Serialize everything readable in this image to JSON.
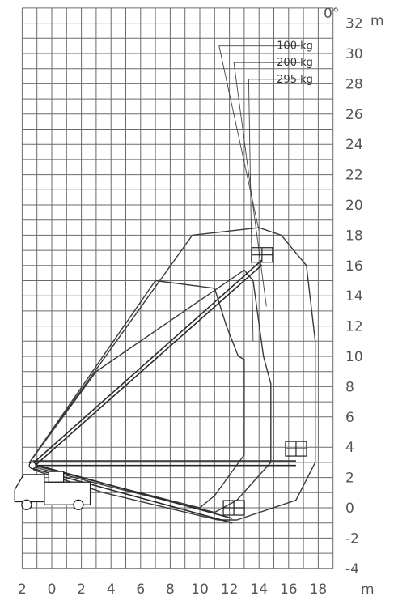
{
  "axes": {
    "x_ticks": [
      "2",
      "0",
      "2",
      "4",
      "6",
      "8",
      "10",
      "12",
      "14",
      "16",
      "18"
    ],
    "x_unit": "m",
    "y_ticks": [
      "-4",
      "-2",
      "0",
      "2",
      "4",
      "6",
      "8",
      "10",
      "12",
      "14",
      "16",
      "18",
      "20",
      "22",
      "24",
      "26",
      "28",
      "30",
      "32"
    ],
    "y_unit": "m",
    "angle_label": "0°"
  },
  "load_labels": [
    "100 kg",
    "200 kg",
    "295 kg"
  ],
  "diagram_data": {
    "type": "working-range-diagram",
    "x_range_m": [
      -2,
      19
    ],
    "y_range_m": [
      -4,
      33
    ],
    "grid": true,
    "grid_step_m": 1,
    "envelopes": [
      {
        "load": "100 kg",
        "outline_m": [
          [
            -1.5,
            3
          ],
          [
            9.5,
            18
          ],
          [
            14,
            18.5
          ],
          [
            15.5,
            18
          ],
          [
            17.2,
            16
          ],
          [
            17.8,
            11
          ],
          [
            17.8,
            3
          ],
          [
            16.5,
            0.5
          ],
          [
            12.5,
            -0.8
          ],
          [
            11.2,
            -0.8
          ],
          [
            3.5,
            1
          ],
          [
            -1.2,
            2.5
          ]
        ]
      },
      {
        "load": "200 kg",
        "outline_m": [
          [
            -1.5,
            3
          ],
          [
            3,
            9
          ],
          [
            13,
            15.7
          ],
          [
            13.6,
            15
          ],
          [
            14.3,
            10
          ],
          [
            14.8,
            8.2
          ],
          [
            14.8,
            3
          ],
          [
            12.5,
            0.5
          ],
          [
            11,
            -0.3
          ],
          [
            3.5,
            1.5
          ],
          [
            -1.2,
            2.7
          ]
        ]
      },
      {
        "load": "295 kg",
        "outline_m": [
          [
            -1.5,
            3
          ],
          [
            7,
            15
          ],
          [
            11,
            14.5
          ],
          [
            11.8,
            12
          ],
          [
            12.6,
            10
          ],
          [
            13,
            9.8
          ],
          [
            13,
            3.5
          ],
          [
            11,
            0.8
          ],
          [
            10,
            0
          ],
          [
            3.5,
            1.6
          ],
          [
            -1.2,
            2.8
          ]
        ]
      }
    ],
    "boom_tip_m": [
      14.2,
      16.2
    ],
    "pivot_m": [
      -1.3,
      2.8
    ]
  }
}
